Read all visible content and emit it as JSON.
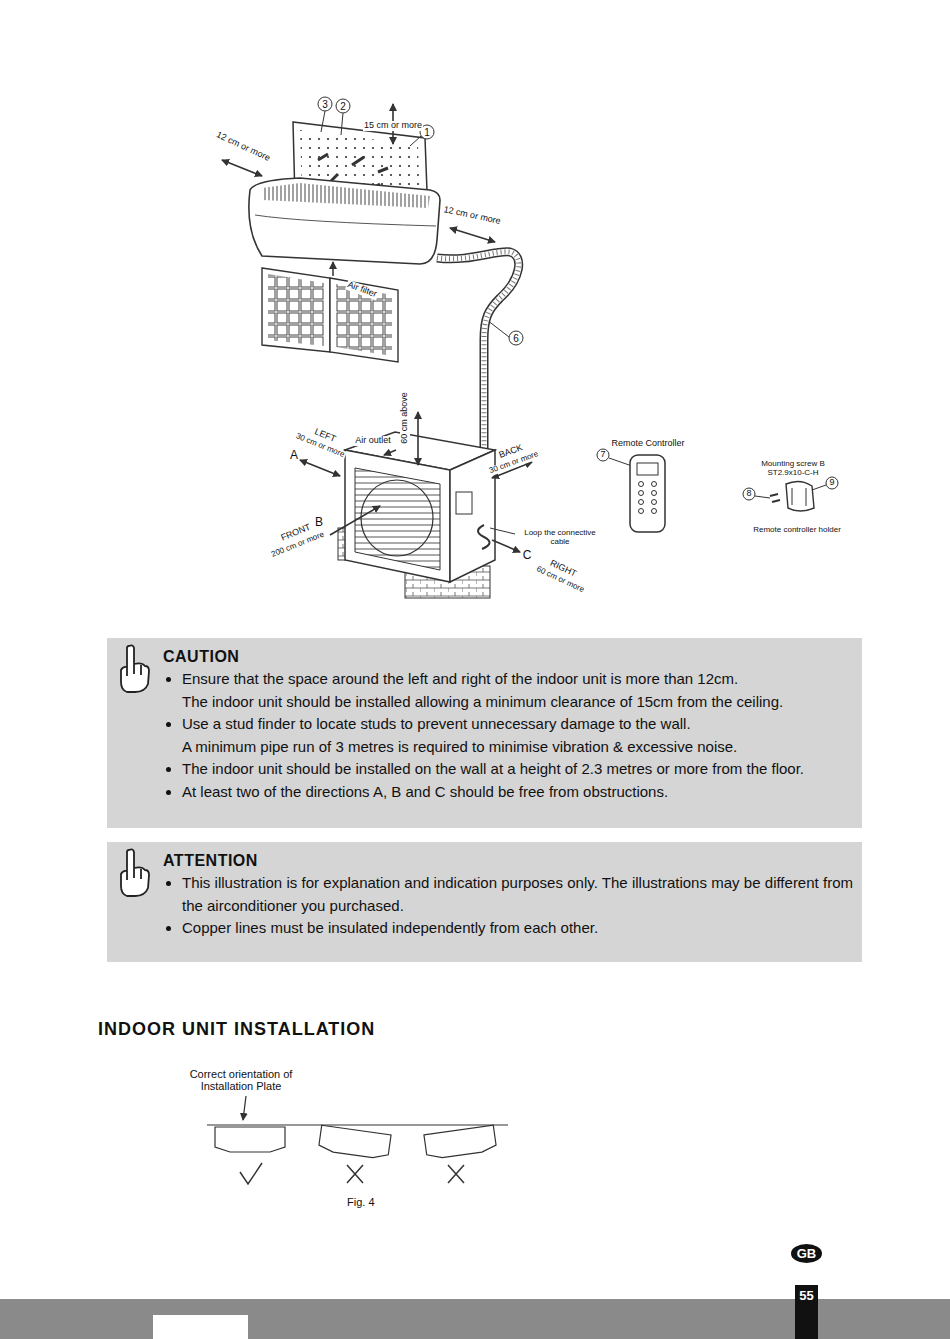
{
  "diagram": {
    "title": "INDOOR UNIT INSTALLATION",
    "caption": "Fig. 4",
    "nodes": [
      {
        "text": [
          "CAUTION",
          "Ensure that the space around the left and right of the indoor unit is more than 12cm.",
          "The indoor unit should be installed allowing a minimum clearance of 15cm from the ceiling.",
          "Use a stud finder to locate studs to prevent unnecessary damage to the wall.",
          "A minimum pipe run of 3 metres is required to minimise vibration & excessive noise.",
          "The indoor unit should be installed on the wall at a height of 2.3 metres or more from the floor.",
          "At least two of the directions A, B and C should be free from obstructions."
        ]
      },
      {
        "text": [
          "ATTENTION",
          "This illustration is for explanation and indication purposes only. The illustrations may be different from the airconditioner you purchased.",
          "Copper lines must be insulated independently from each other."
        ]
      },
      {
        "text": [
          "GB"
        ]
      },
      {
        "text": [
          "55"
        ]
      }
    ],
    "edges": [],
    "labels": [
      "3",
      "2",
      "15 cm or more",
      "1",
      "12 cm or more",
      "12 cm or more",
      "Air filter",
      "6",
      "60 cm above",
      "LEFT",
      "30 cm or more",
      "A",
      "Air outlet",
      "BACK",
      "30 cm or more",
      "Remote Controller",
      "7",
      "Mounting screw B",
      "ST2.9x10-C-H",
      "8",
      "9",
      "Remote controller holder",
      "FRONT",
      "B",
      "200 cm or more",
      "Loop the connective cable",
      "C",
      "RIGHT",
      "60 cm or more",
      "Correct orientation of Installation Plate"
    ]
  }
}
